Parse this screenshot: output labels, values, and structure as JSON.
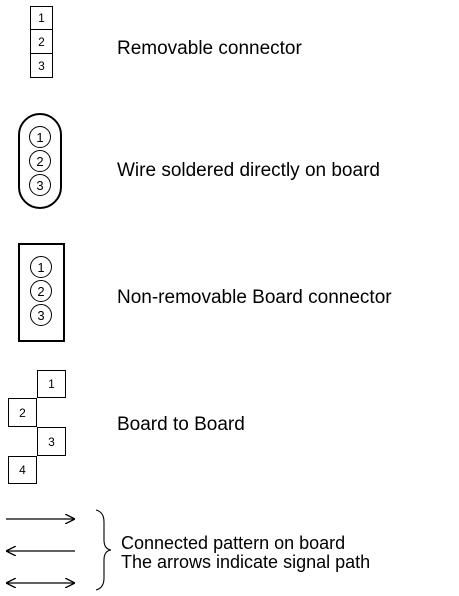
{
  "legend": {
    "removable": {
      "pins": [
        "1",
        "2",
        "3"
      ],
      "label": "Removable connector"
    },
    "wire_soldered": {
      "pins": [
        "1",
        "2",
        "3"
      ],
      "label": "Wire soldered directly on board"
    },
    "non_removable": {
      "pins": [
        "1",
        "2",
        "3"
      ],
      "label": "Non-removable Board connector"
    },
    "board_to_board": {
      "pins": [
        "1",
        "2",
        "3",
        "4"
      ],
      "label": "Board to Board"
    },
    "pattern": {
      "line1": "Connected pattern on board",
      "line2": "The arrows indicate signal path"
    }
  }
}
